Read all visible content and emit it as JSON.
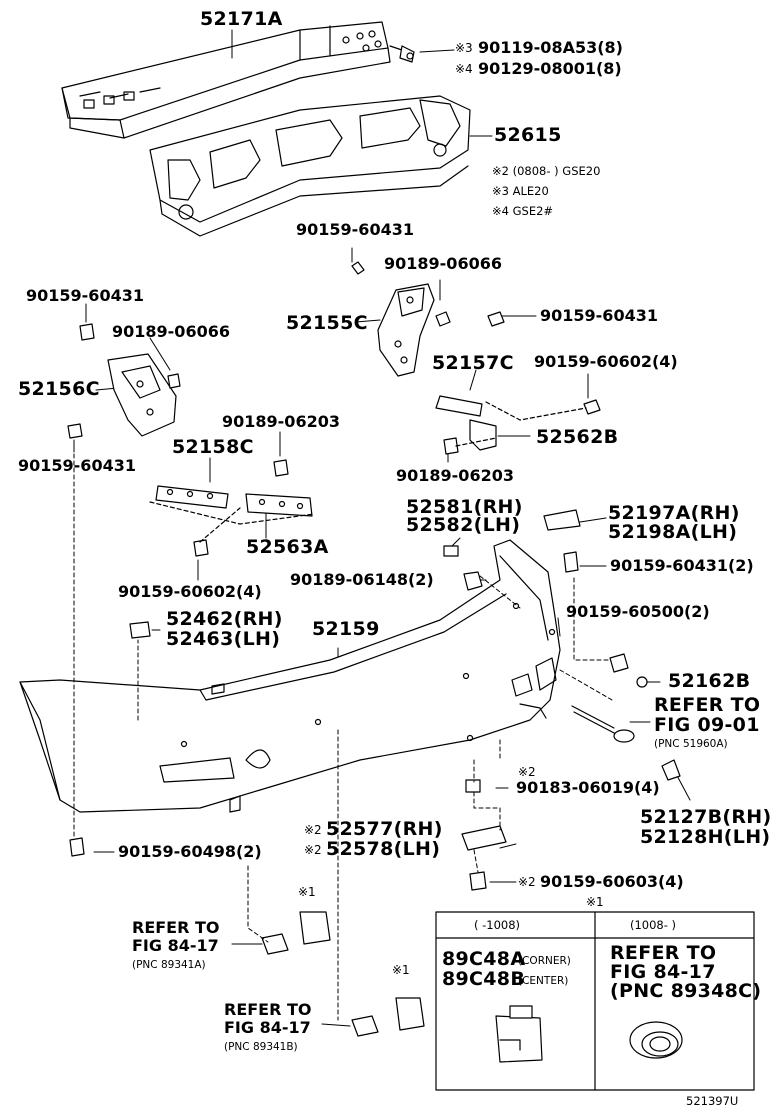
{
  "parts": {
    "p52171A": "52171A",
    "p52615": "52615",
    "p52155C": "52155C",
    "p52156C": "52156C",
    "p52157C": "52157C",
    "p52562B": "52562B",
    "p52158C": "52158C",
    "p52563A": "52563A",
    "p52581": "52581(RH)",
    "p52582": "52582(LH)",
    "p52197A": "52197A(RH)",
    "p52198A": "52198A(LH)",
    "p52462": "52462(RH)",
    "p52463": "52463(LH)",
    "p52159": "52159",
    "p52162B": "52162B",
    "p52127B": "52127B(RH)",
    "p52128H": "52128H(LH)",
    "p52577": "52577(RH)",
    "p52578": "52578(LH)"
  },
  "fasteners": {
    "f1": "90119-08A53(8)",
    "f2": "90129-08001(8)",
    "f3": "90159-60431",
    "f4": "90189-06066",
    "f5": "90159-60431",
    "f6": "90189-06066",
    "f7": "90159-60431",
    "f8": "90159-60602(4)",
    "f9": "90159-60431",
    "f10": "90189-06203",
    "f11": "90189-06203",
    "f12": "90159-60602(4)",
    "f13": "90189-06148(2)",
    "f14": "90159-60431(2)",
    "f15": "90159-60500(2)",
    "f16": "90183-06019(4)",
    "f17": "90159-60498(2)",
    "f18": "90159-60603(4)"
  },
  "marks": {
    "m1": "※1",
    "m2": "※2",
    "m3": "※3",
    "m4": "※4"
  },
  "notes": {
    "n2": "※2 (0808-        ) GSE20",
    "n3": "※3 ALE20",
    "n4": "※4 GSE2#"
  },
  "refs": {
    "refer_to": "REFER TO",
    "fig0901": "FIG 09-01",
    "pnc51960a": "(PNC 51960A)",
    "fig8417": "FIG 84-17",
    "pnc89341a": "(PNC 89341A)",
    "pnc89341b": "(PNC 89341B)"
  },
  "table": {
    "col1_header": "(      -1008)",
    "col2_header": "(1008-      )",
    "p89c48a": "89C48A",
    "corner": "(CORNER)",
    "p89c48b": "89C48B",
    "center": "(CENTER)",
    "refer_to": "REFER TO",
    "fig8417": "FIG 84-17",
    "pnc89348c": "(PNC 89348C)"
  },
  "diagram_id": "521397U"
}
